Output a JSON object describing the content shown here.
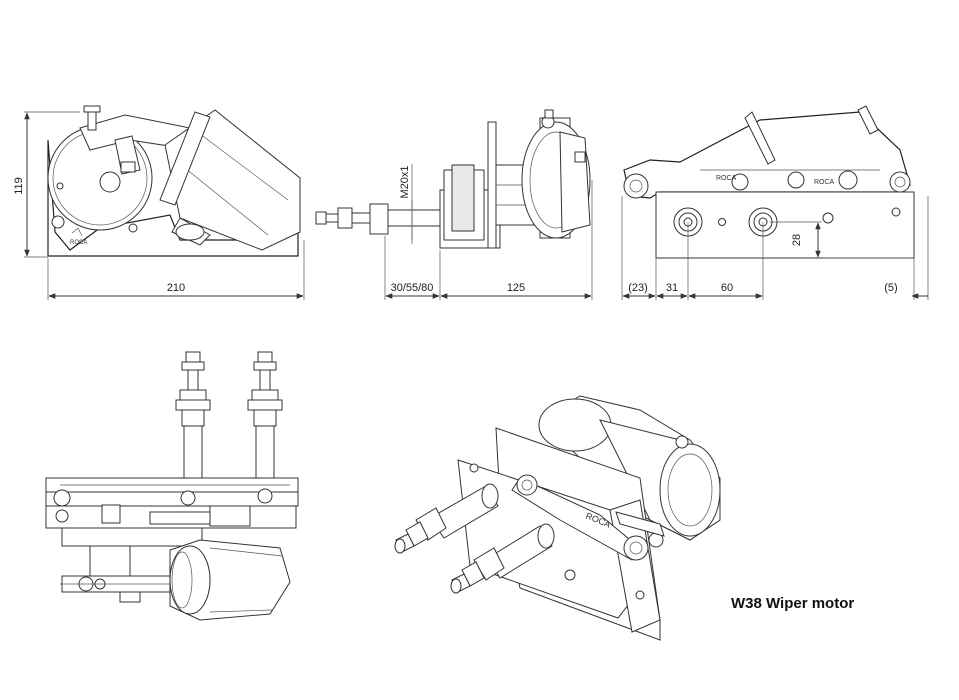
{
  "caption": "W38 Wiper motor",
  "dimensions": {
    "height": "119",
    "width": "210",
    "shaft_thread": "M20x1",
    "shaft_lengths": "30/55/80",
    "depth": "125",
    "offset_left": "(23)",
    "spindle_offset": "31",
    "spindle_spacing": "60",
    "offset_right": "(5)",
    "spindle_height": "28"
  },
  "brand_mark": "ROCA"
}
